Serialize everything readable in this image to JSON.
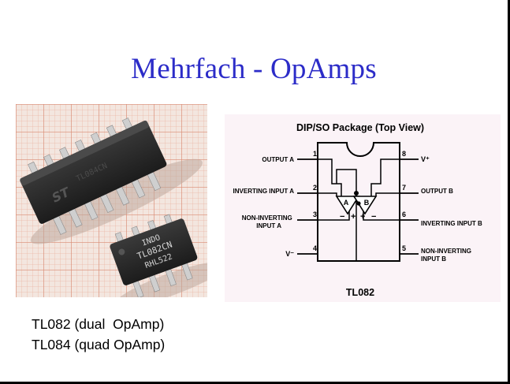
{
  "slide": {
    "title": "Mehrfach - OpAmps",
    "captions": [
      "TL082 (dual  OpAmp)",
      "TL084 (quad OpAmp)"
    ]
  },
  "photo": {
    "chip_small_text": [
      "INDO",
      "TL082CN",
      "RHL522"
    ]
  },
  "pinout": {
    "header": "DIP/SO Package (Top View)",
    "part": "TL082",
    "pins": [
      {
        "num": "1",
        "label": "OUTPUT A"
      },
      {
        "num": "2",
        "label": "INVERTING INPUT A"
      },
      {
        "num": "3",
        "label": "NON-INVERTING INPUT A"
      },
      {
        "num": "4",
        "label": "V⁻"
      },
      {
        "num": "5",
        "label": "NON-INVERTING INPUT B"
      },
      {
        "num": "6",
        "label": "INVERTING INPUT B"
      },
      {
        "num": "7",
        "label": "OUTPUT B"
      },
      {
        "num": "8",
        "label": "V⁺"
      }
    ],
    "amp_labels": [
      "A",
      "B"
    ],
    "signs": [
      "−",
      "+",
      "+",
      "−"
    ]
  },
  "colors": {
    "title": "#2c2cc8",
    "grid_bg": "#f3e6df",
    "grid_line": "#e4a48c",
    "chip_body": "#2b2b2b",
    "chip_pin": "#c9c9c9",
    "pinout_bg": "#fbf3f7"
  }
}
